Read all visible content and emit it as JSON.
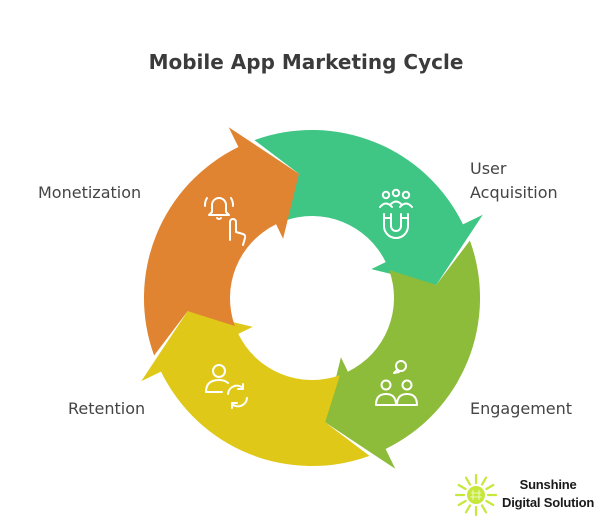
{
  "title": "Mobile App Marketing Cycle",
  "stages": [
    {
      "label": "User\nAcquisition",
      "icon": "magnet-people-icon",
      "color": "#3fc584"
    },
    {
      "label": "Engagement",
      "icon": "people-chat-icon",
      "color": "#8dbb3a"
    },
    {
      "label": "Retention",
      "icon": "user-refresh-icon",
      "color": "#dfc818"
    },
    {
      "label": "Monetization",
      "icon": "bell-tap-icon",
      "color": "#e08432"
    }
  ],
  "brand": {
    "line1": "Sunshine",
    "line2": "Digital Solution",
    "color": "#c5e83a"
  }
}
